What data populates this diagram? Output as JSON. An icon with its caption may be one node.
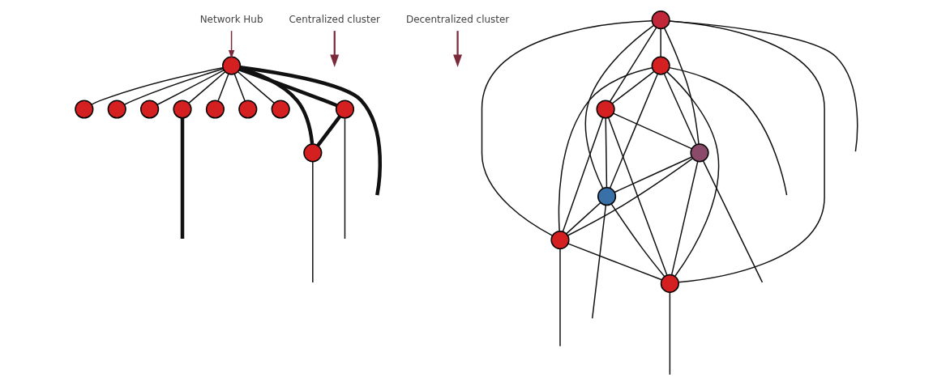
{
  "diagram": {
    "nodes": [
      {
        "text": [],
        "shape": "circle"
      },
      {
        "text": [],
        "shape": "circle"
      },
      {
        "text": [],
        "shape": "circle"
      },
      {
        "text": [],
        "shape": "circle"
      },
      {
        "text": [],
        "shape": "circle"
      },
      {
        "text": [],
        "shape": "circle"
      },
      {
        "text": [],
        "shape": "circle"
      },
      {
        "text": [],
        "shape": "circle"
      },
      {
        "text": [],
        "shape": "circle"
      },
      {
        "text": [],
        "shape": "circle"
      },
      {
        "text": [
          "Network Hub"
        ]
      },
      {
        "text": [
          "Centralized cluster"
        ]
      },
      {
        "text": [
          "Decentralized cluster"
        ]
      },
      {
        "text": [],
        "shape": "circle"
      },
      {
        "text": [],
        "shape": "circle"
      },
      {
        "text": [],
        "shape": "circle"
      },
      {
        "text": [],
        "shape": "circle"
      },
      {
        "text": [],
        "shape": "circle"
      },
      {
        "text": [],
        "shape": "circle"
      },
      {
        "text": [],
        "shape": "circle"
      }
    ],
    "edges": [
      {
        "from": 0,
        "to": 1,
        "arrow": "none"
      },
      {
        "from": 0,
        "to": 2,
        "arrow": "none"
      },
      {
        "from": 0,
        "to": 3,
        "arrow": "none"
      },
      {
        "from": 0,
        "to": 4,
        "arrow": "none"
      },
      {
        "from": 0,
        "to": 5,
        "arrow": "none"
      },
      {
        "from": 0,
        "to": 6,
        "arrow": "none"
      },
      {
        "from": 0,
        "to": 7,
        "arrow": "none"
      },
      {
        "from": 0,
        "to": 8,
        "arrow": "none",
        "style": "thick"
      },
      {
        "from": 0,
        "to": 9,
        "arrow": "none",
        "style": "thick"
      },
      {
        "from": 9,
        "to": 8,
        "arrow": "none",
        "style": "thick"
      },
      {
        "from": 0,
        "to": null,
        "arrow": "none",
        "style": "thick"
      },
      {
        "from": 4,
        "to": null,
        "arrow": "none",
        "style": "thick"
      },
      {
        "from": 9,
        "to": null,
        "arrow": "none"
      },
      {
        "from": 8,
        "to": null,
        "arrow": "none"
      },
      {
        "from": 10,
        "to": 0,
        "arrow": "to",
        "color": "#7a2a3a"
      },
      {
        "from": 11,
        "to": null,
        "arrow": "to",
        "color": "#7a2a3a"
      },
      {
        "from": 12,
        "to": null,
        "arrow": "to",
        "color": "#7a2a3a"
      },
      {
        "from": 13,
        "to": 14,
        "arrow": "none"
      },
      {
        "from": 13,
        "to": 15,
        "arrow": "none"
      },
      {
        "from": 13,
        "to": 16,
        "arrow": "none"
      },
      {
        "from": 13,
        "to": 17,
        "arrow": "none"
      },
      {
        "from": 13,
        "to": 18,
        "arrow": "none"
      },
      {
        "from": 13,
        "to": 19,
        "arrow": "none"
      },
      {
        "from": 14,
        "to": 15,
        "arrow": "none"
      },
      {
        "from": 14,
        "to": 16,
        "arrow": "none"
      },
      {
        "from": 14,
        "to": 17,
        "arrow": "none"
      },
      {
        "from": 14,
        "to": 18,
        "arrow": "none"
      },
      {
        "from": 14,
        "to": 19,
        "arrow": "none"
      },
      {
        "from": 15,
        "to": 16,
        "arrow": "none"
      },
      {
        "from": 15,
        "to": 17,
        "arrow": "none"
      },
      {
        "from": 15,
        "to": 18,
        "arrow": "none"
      },
      {
        "from": 15,
        "to": 19,
        "arrow": "none"
      },
      {
        "from": 16,
        "to": 17,
        "arrow": "none"
      },
      {
        "from": 16,
        "to": 18,
        "arrow": "none"
      },
      {
        "from": 16,
        "to": 19,
        "arrow": "none"
      },
      {
        "from": 17,
        "to": 18,
        "arrow": "none"
      },
      {
        "from": 17,
        "to": 19,
        "arrow": "none"
      },
      {
        "from": 18,
        "to": 19,
        "arrow": "none"
      },
      {
        "from": 13,
        "to": null,
        "arrow": "none"
      },
      {
        "from": 17,
        "to": null,
        "arrow": "none"
      },
      {
        "from": 16,
        "to": null,
        "arrow": "none"
      },
      {
        "from": 19,
        "to": null,
        "arrow": "none"
      },
      {
        "from": 14,
        "to": null,
        "arrow": "none"
      },
      {
        "from": 18,
        "to": null,
        "arrow": "none"
      }
    ]
  }
}
